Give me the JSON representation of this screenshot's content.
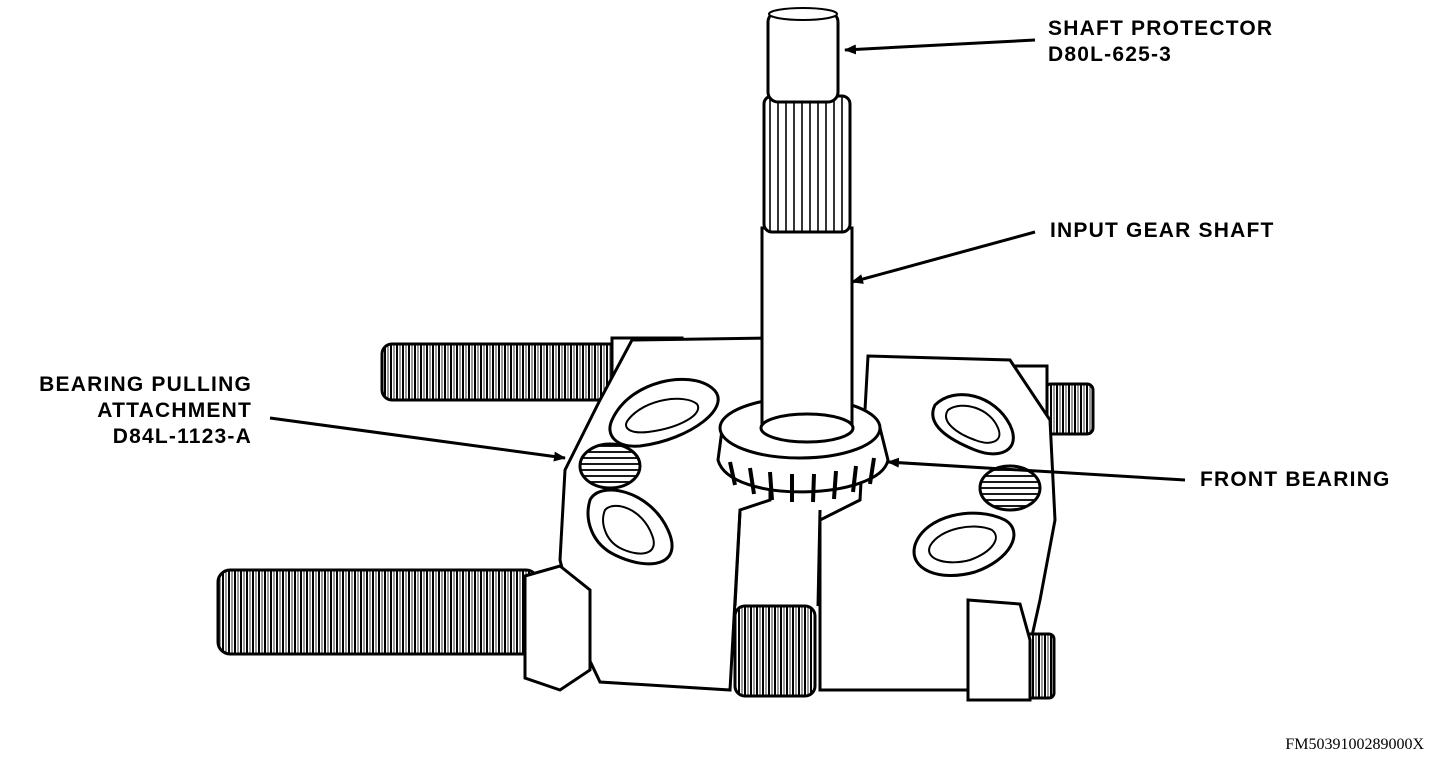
{
  "labels": {
    "shaft_protector": {
      "name": "SHAFT PROTECTOR",
      "part": "D80L-625-3"
    },
    "input_gear_shaft": {
      "name": "INPUT GEAR SHAFT"
    },
    "bearing_pulling_attachment": {
      "line1": "BEARING PULLING",
      "line2": "ATTACHMENT",
      "part": "D84L-1123-A"
    },
    "front_bearing": {
      "name": "FRONT BEARING"
    }
  },
  "figure_id": "FM5039100289000X"
}
